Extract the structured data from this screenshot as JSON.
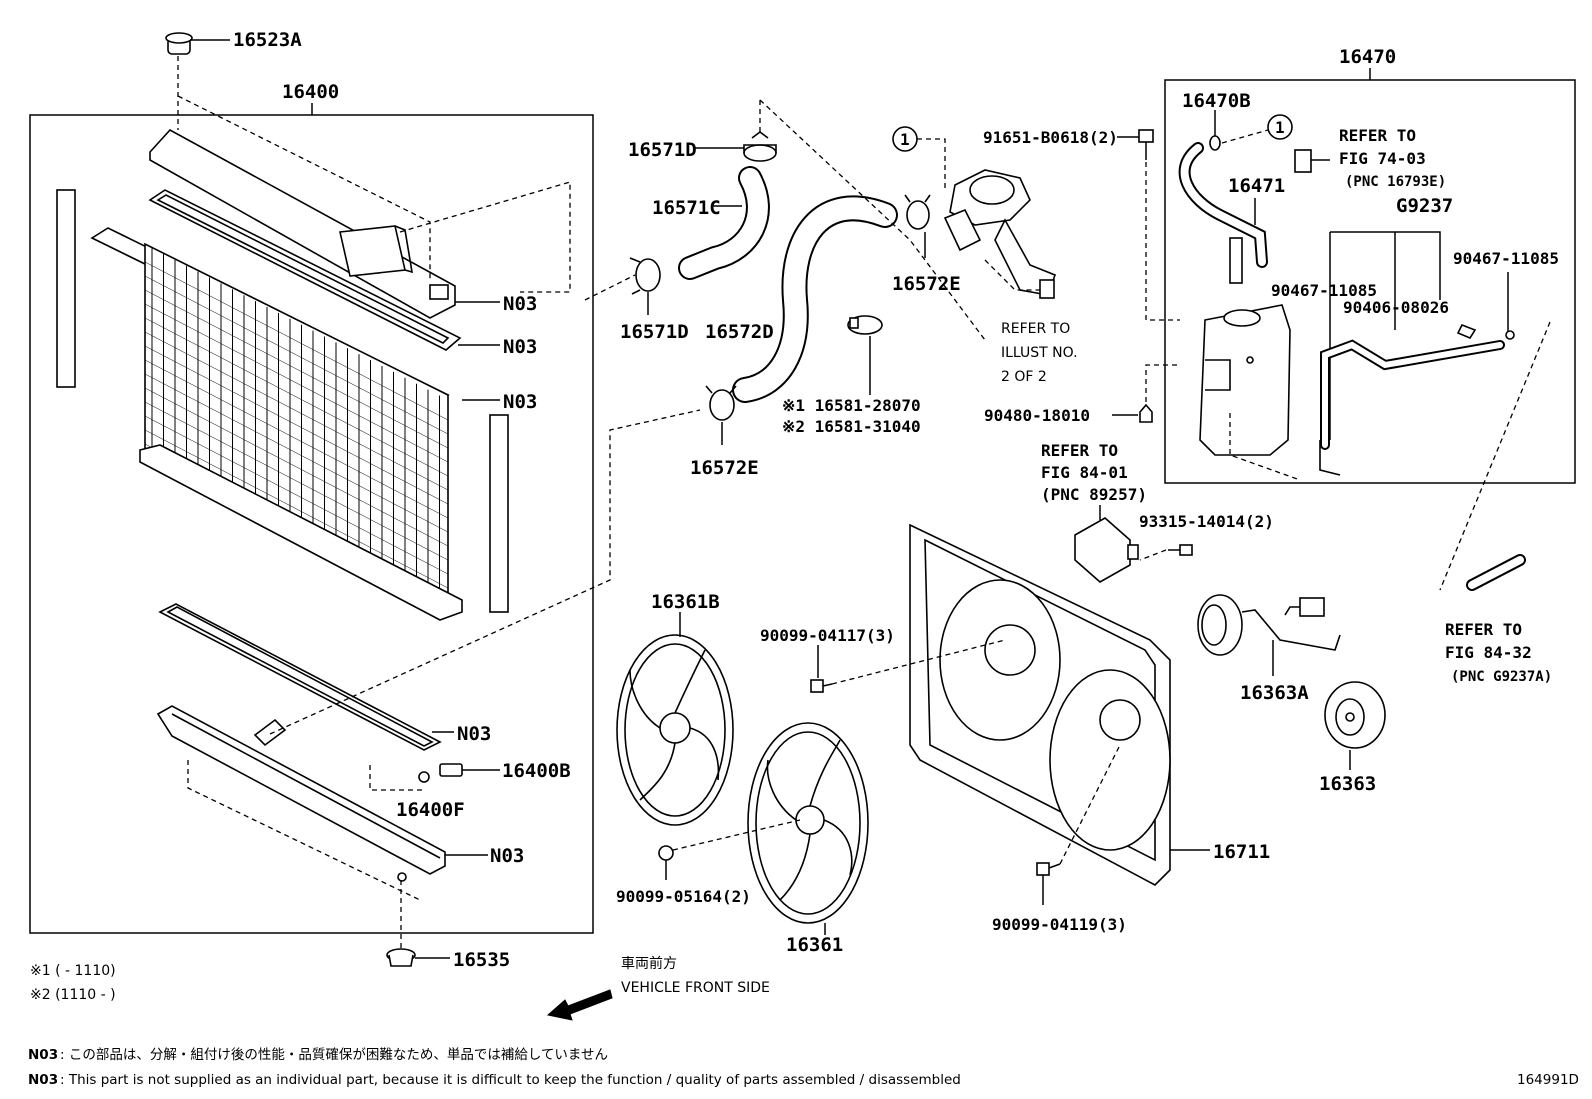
{
  "callouts": {
    "p16523A": "16523A",
    "p16400": "16400",
    "n03_a": "N03",
    "n03_b": "N03",
    "n03_c": "N03",
    "n03_d": "N03",
    "n03_e": "N03",
    "p16400B": "16400B",
    "p16400F": "16400F",
    "p16535": "16535",
    "p16571D_top": "16571D",
    "p16571C": "16571C",
    "p16571D_bot": "16571D",
    "p16572D": "16572D",
    "p16572E_bot": "16572E",
    "p16572E_top": "16572E",
    "p16581_1": "※1 16581-28070",
    "p16581_2": "※2 16581-31040",
    "p91651": "91651-B0618(2)",
    "p90480": "90480-18010",
    "p16470": "16470",
    "p16470B": "16470B",
    "p16471": "16471",
    "pG9237": "G9237",
    "p90467_a": "90467-11085",
    "p90467_b": "90467-11085",
    "p90406": "90406-08026",
    "p93315": "93315-14014(2)",
    "p16361B": "16361B",
    "p16361": "16361",
    "p90099_04117": "90099-04117(3)",
    "p90099_05164": "90099-05164(2)",
    "p90099_04119": "90099-04119(3)",
    "p16711": "16711",
    "p16363A": "16363A",
    "p16363": "16363"
  },
  "refs": {
    "illust_1": "REFER TO",
    "illust_2": "ILLUST NO.",
    "illust_3": "2 OF 2",
    "fig7403_1": "REFER TO",
    "fig7403_2": "FIG 74-03",
    "fig7403_3": "(PNC 16793E)",
    "fig8401_1": "REFER TO",
    "fig8401_2": "FIG 84-01",
    "fig8401_3": "(PNC 89257)",
    "fig8432_1": "REFER TO",
    "fig8432_2": "FIG 84-32",
    "fig8432_3": "(PNC G9237A)",
    "circle1_a": "1",
    "circle1_b": "1"
  },
  "notes": {
    "range1": "※1 (        - 1110)",
    "range2": "※2 (1110 -        )",
    "front_jp": "車両前方",
    "front_en": "VEHICLE FRONT SIDE"
  },
  "footer": {
    "code_jp": "N03",
    "jp": ": この部品は、分解・組付け後の性能・品質確保が困難なため、単品では補給していません",
    "code_en": "N03",
    "en": ": This part is not supplied as an individual part, because it is difficult to keep the function / quality of parts assembled / disassembled",
    "fig_id": "164991D"
  }
}
